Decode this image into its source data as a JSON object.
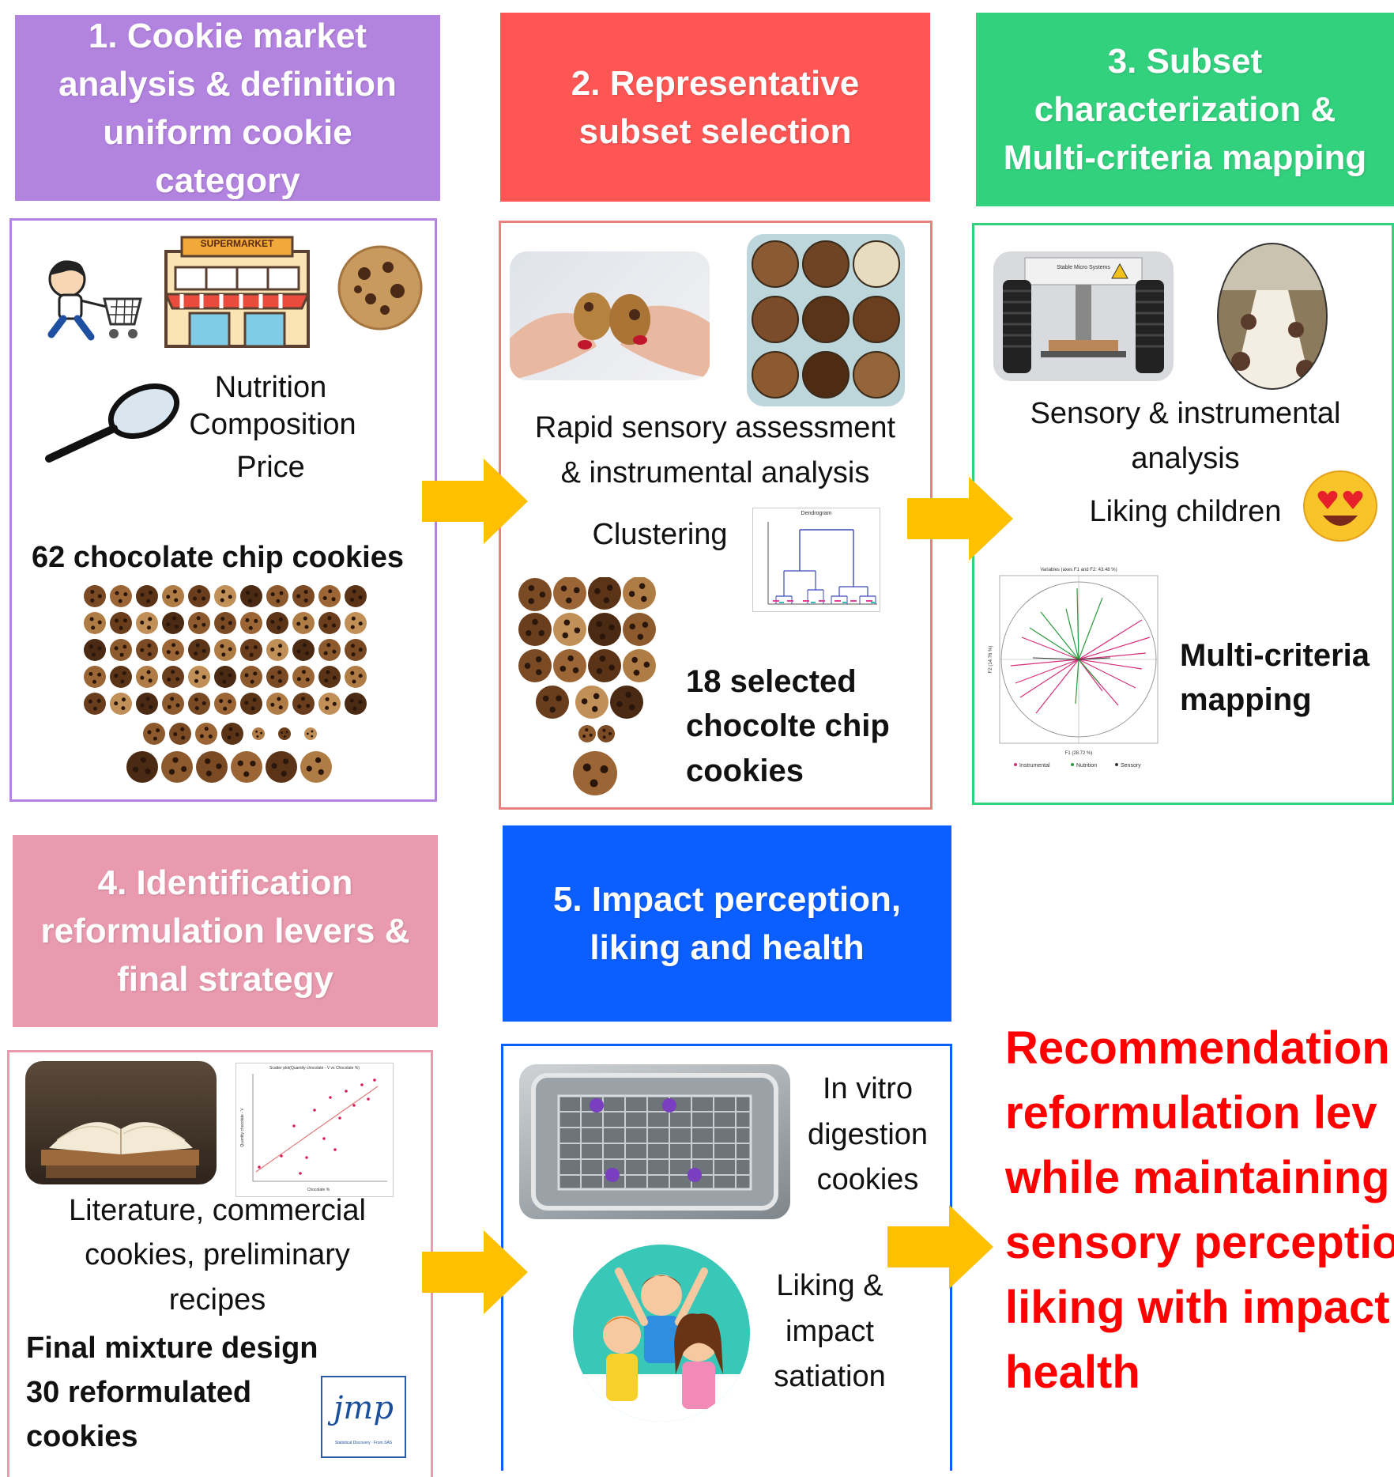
{
  "steps": [
    {
      "title": "1. Cookie market analysis & definition uniform cookie category",
      "color": "#b383e0"
    },
    {
      "title": "2. Representative subset selection",
      "color": "#fd5654"
    },
    {
      "title": "3. Subset characterization & Multi-criteria mapping",
      "color": "#32d17e"
    },
    {
      "title": "4. Identification reformulation levers & final strategy",
      "color": "#e99aae"
    },
    {
      "title": "5. Impact perception, liking and health",
      "color": "#0b5eff"
    }
  ],
  "panel1": {
    "supermarket_sign": "SUPERMARKET",
    "criteria": [
      "Nutrition",
      "Composition",
      "Price"
    ],
    "count_label": "62 chocolate chip cookies"
  },
  "panel2": {
    "assessment": [
      "Rapid sensory assessment",
      "& instrumental analysis"
    ],
    "clustering": "Clustering",
    "dendrogram_title": "Dendrogram",
    "selected": [
      "18 selected",
      "chocolte chip",
      "cookies"
    ]
  },
  "panel3": {
    "instrument_label": "Stable Micro Systems",
    "analysis": [
      "Sensory & instrumental",
      "analysis"
    ],
    "liking": "Liking children",
    "mapping": [
      "Multi-criteria",
      "mapping"
    ],
    "plot_title": "Variables (axes F1 and F2: 43.48 %)",
    "plot_xlabel": "F1 (28.72 %)",
    "plot_ylabel": "F2 (14.76 %)",
    "plot_legend": [
      "Instrumental",
      "Nutrition",
      "Sensory"
    ]
  },
  "panel4": {
    "scatter_title": "Scatter plot(Quantity chocolate - V vs Chocolate %)",
    "scatter_xlabel": "Chocolate %",
    "scatter_ylabel": "Quantity chocolate - V",
    "sources": [
      "Literature, commercial",
      "cookies, preliminary",
      "recipes"
    ],
    "design": [
      "Final mixture design",
      "30 reformulated",
      "cookies"
    ],
    "jmp_logo": "jmp",
    "jmp_sub": "Statistical Discovery · From SAS"
  },
  "panel5": {
    "digestion": [
      "In vitro",
      "digestion",
      "cookies"
    ],
    "liking": [
      "Liking &",
      "impact",
      "satiation"
    ]
  },
  "recommendation": [
    "Recommendation",
    "reformulation lev",
    "while maintaining",
    "sensory perceptio",
    "liking with impact",
    "health"
  ],
  "colors": {
    "arrow": "#ffc000",
    "reco": "#ff0000",
    "panel_border_1": "#b383e0",
    "panel_border_2": "#e98080",
    "panel_border_3": "#32d17e",
    "panel_border_4": "#e99aae",
    "panel_border_5": "#0b5eff"
  }
}
